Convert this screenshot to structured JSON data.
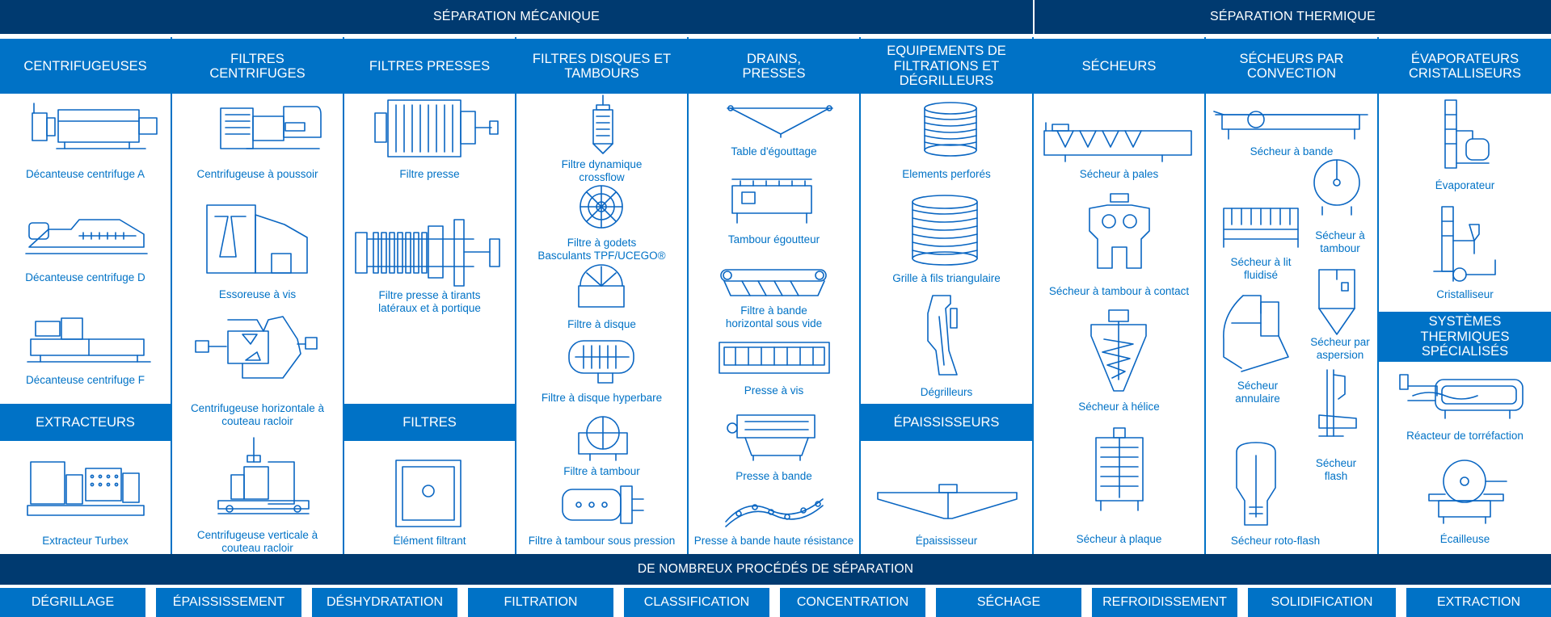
{
  "top_band": {
    "mecanique": "SÉPARATION MÉCANIQUE",
    "thermique": "SÉPARATION THERMIQUE"
  },
  "headers": {
    "centrifugeuses": "CENTRIFUGEUSES",
    "filtres_centrifuges": "FILTRES\nCENTRIFUGES",
    "filtres_presses": "FILTRES PRESSES",
    "filtres_disques": "FILTRES DISQUES ET\nTAMBOURS",
    "drains": "DRAINS,\nPRESSES",
    "equipements": "EQUIPEMENTS DE\nFILTRATIONS ET\nDÉGRILLEURS",
    "secheurs": "SÉCHEURS",
    "secheurs_convection": "SÉCHEURS PAR\nCONVECTION",
    "evaporateurs": "ÉVAPORATEURS\nCRISTALLISEURS",
    "extracteurs": "EXTRACTEURS",
    "filtres": "FILTRES",
    "epaississeurs": "ÉPAISSISSEURS",
    "systemes": "SYSTÈMES\nTHERMIQUES\nSPÉCIALISÉS"
  },
  "items": {
    "decanteuse_a": "Décanteuse centrifuge A",
    "decanteuse_d": "Décanteuse centrifuge D",
    "decanteuse_f": "Décanteuse centrifuge F",
    "extracteur_turbex": "Extracteur Turbex",
    "centrifugeuse_poussoir": "Centrifugeuse à poussoir",
    "essoreuse_vis": "Essoreuse à vis",
    "centrifugeuse_horizontale": "Centrifugeuse horizontale à\ncouteau  racloir",
    "centrifugeuse_verticale": "Centrifugeuse verticale à\ncouteau racloir",
    "filtre_presse": "Filtre presse",
    "filtre_presse_tirants": "Filtre presse à tirants\nlatéraux et à portique",
    "element_filtrant": "Élément filtrant",
    "filtre_dynamique": "Filtre dynamique\ncrossflow",
    "filtre_godets": "Filtre à godets\nBasculants TPF/UCEGO®",
    "filtre_disque": "Filtre à disque",
    "filtre_disque_hyperbare": "Filtre à disque hyperbare",
    "filtre_tambour": "Filtre à tambour",
    "filtre_tambour_pression": "Filtre à tambour sous pression",
    "table_egouttage": "Table d'égouttage",
    "tambour_egoutteur": "Tambour égoutteur",
    "filtre_bande_vide": "Filtre à bande\nhorizontal sous vide",
    "presse_vis": "Presse à vis",
    "presse_bande": "Presse à bande",
    "presse_bande_haute": "Presse à bande haute résistance",
    "elements_perfores": "Elements perforés",
    "grille_fils": "Grille à fils triangulaire",
    "degrilleurs": "Dégrilleurs",
    "epaississeur": "Épaississeur",
    "secheur_pales": "Sécheur à pales",
    "secheur_tambour_contact": "Sécheur à tambour à contact",
    "secheur_helice": "Sécheur à hélice",
    "secheur_plaque": "Sécheur à plaque",
    "secheur_bande": "Sécheur à bande",
    "secheur_tambour": "Sécheur à\ntambour",
    "secheur_lit_fluidise": "Sécheur à lit\nfluidisé",
    "secheur_aspersion": "Sécheur par\naspersion",
    "secheur_annulaire": "Sécheur\nannulaire",
    "secheur_flash": "Sécheur\nflash",
    "secheur_roto_flash": "Sécheur roto-flash",
    "evaporateur": "Évaporateur",
    "cristalliseur": "Cristalliseur",
    "reacteur_torrefaction": "Réacteur de torréfaction",
    "ecailleuse": "Écailleuse"
  },
  "bottom_band": "DE NOMBREUX PROCÉDÉS DE SÉPARATION",
  "processes": [
    "DÉGRILLAGE",
    "ÉPAISSISSEMENT",
    "DÉSHYDRATATION",
    "FILTRATION",
    "CLASSIFICATION",
    "CONCENTRATION",
    "SÉCHAGE",
    "REFROIDISSEMENT",
    "SOLIDIFICATION",
    "EXTRACTION"
  ],
  "colors": {
    "dark_band": "#003a70",
    "header_blue": "#0072c6",
    "icon_blue": "#0a66c2"
  }
}
